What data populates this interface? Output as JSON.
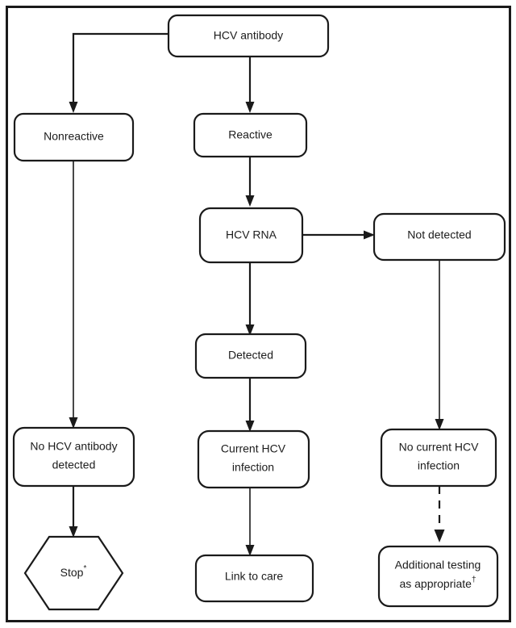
{
  "figure": {
    "type": "flowchart",
    "orientation": "top-down",
    "border": true,
    "line_color": "#1a1a1a",
    "text_color": "#1c1c1c",
    "background": "#ffffff"
  },
  "nodes": {
    "hcv_antibody": {
      "label": "HCV antibody",
      "shape": "rounded-rect"
    },
    "nonreactive": {
      "label": "Nonreactive",
      "shape": "rounded-rect"
    },
    "reactive": {
      "label": "Reactive",
      "shape": "rounded-rect"
    },
    "hcv_rna": {
      "label": "HCV RNA",
      "shape": "rounded-rect"
    },
    "not_detected": {
      "label": "Not detected",
      "shape": "rounded-rect"
    },
    "detected": {
      "label": "Detected",
      "shape": "rounded-rect"
    },
    "no_hcv_antibody_detected": {
      "label_line1": "No HCV antibody",
      "label_line2": "detected",
      "shape": "rounded-rect"
    },
    "current_hcv_infection": {
      "label_line1": "Current HCV",
      "label_line2": "infection",
      "shape": "rounded-rect"
    },
    "no_current_hcv_infection": {
      "label_line1": "No current HCV",
      "label_line2": "infection",
      "shape": "rounded-rect"
    },
    "stop": {
      "label": "Stop",
      "footnote": "*",
      "shape": "hexagon"
    },
    "link_to_care": {
      "label": "Link to care",
      "shape": "rounded-rect"
    },
    "additional_testing": {
      "label_line1": "Additional testing",
      "label_line2": "as appropriate",
      "footnote": "†",
      "shape": "rounded-rect"
    }
  },
  "edges": [
    {
      "from": "hcv_antibody",
      "to": "nonreactive",
      "style": "solid",
      "arrow": true
    },
    {
      "from": "hcv_antibody",
      "to": "reactive",
      "style": "solid",
      "arrow": true
    },
    {
      "from": "reactive",
      "to": "hcv_rna",
      "style": "solid",
      "arrow": true
    },
    {
      "from": "hcv_rna",
      "to": "not_detected",
      "style": "solid",
      "arrow": true
    },
    {
      "from": "hcv_rna",
      "to": "detected",
      "style": "solid",
      "arrow": true
    },
    {
      "from": "nonreactive",
      "to": "no_hcv_antibody_detected",
      "style": "solid",
      "arrow": true
    },
    {
      "from": "detected",
      "to": "current_hcv_infection",
      "style": "solid",
      "arrow": true
    },
    {
      "from": "not_detected",
      "to": "no_current_hcv_infection",
      "style": "solid",
      "arrow": true
    },
    {
      "from": "no_hcv_antibody_detected",
      "to": "stop",
      "style": "solid",
      "arrow": true
    },
    {
      "from": "current_hcv_infection",
      "to": "link_to_care",
      "style": "solid",
      "arrow": true
    },
    {
      "from": "no_current_hcv_infection",
      "to": "additional_testing",
      "style": "dashed",
      "arrow": true
    }
  ]
}
